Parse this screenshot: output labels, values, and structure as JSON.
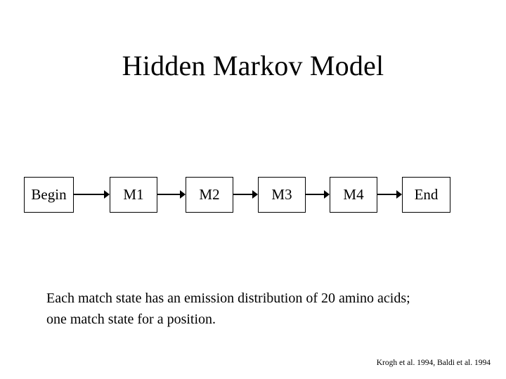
{
  "slide": {
    "title": "Hidden Markov Model",
    "background_color": "#ffffff",
    "text_color": "#000000"
  },
  "diagram": {
    "type": "state-chain",
    "orientation": "left-to-right",
    "box_border_color": "#000000",
    "box_fill_color": "#ffffff",
    "arrow_color": "#000000",
    "nodes": [
      {
        "id": "begin",
        "label": "Begin"
      },
      {
        "id": "m1",
        "label": "M1"
      },
      {
        "id": "m2",
        "label": "M2"
      },
      {
        "id": "m3",
        "label": "M3"
      },
      {
        "id": "m4",
        "label": "M4"
      },
      {
        "id": "end",
        "label": "End"
      }
    ],
    "edges": [
      {
        "from": "begin",
        "to": "m1"
      },
      {
        "from": "m1",
        "to": "m2"
      },
      {
        "from": "m2",
        "to": "m3"
      },
      {
        "from": "m3",
        "to": "m4"
      },
      {
        "from": "m4",
        "to": "end"
      }
    ]
  },
  "body": {
    "line1": "Each match state has an emission distribution of 20 amino acids;",
    "line2": "one match state for a position."
  },
  "citation": {
    "text": "Krogh et al. 1994, Baldi et al. 1994"
  }
}
